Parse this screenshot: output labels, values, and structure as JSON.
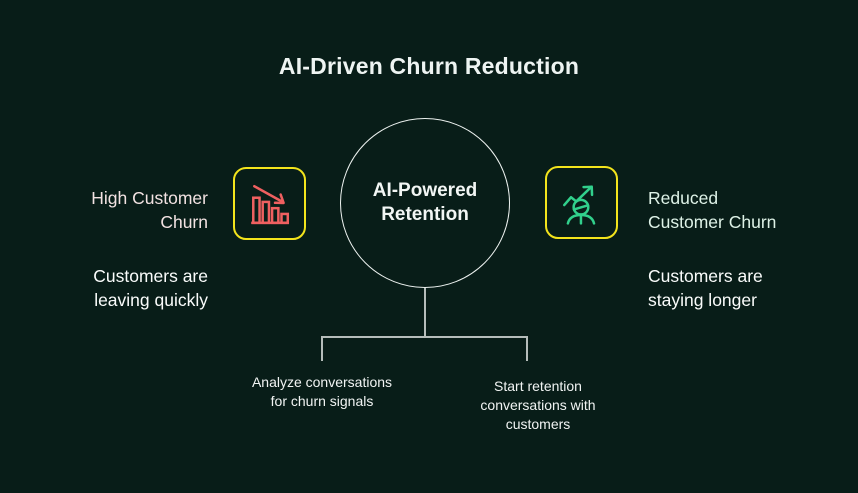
{
  "title": "AI-Driven Churn Reduction",
  "center": {
    "label": "AI-Powered\nRetention"
  },
  "left": {
    "heading": "High Customer\nChurn",
    "subtext": "Customers are\nleaving quickly",
    "icon": "declining-bar-chart-icon"
  },
  "right": {
    "heading": "Reduced\nCustomer Churn",
    "subtext": "Customers are\nstaying longer",
    "icon": "growth-person-icon"
  },
  "branches": [
    {
      "label": "Analyze conversations\nfor churn signals"
    },
    {
      "label": "Start retention\nconversations with\ncustomers"
    }
  ],
  "colors": {
    "background": "#081d18",
    "accent_yellow": "#f3e41c",
    "negative_red": "#ef6060",
    "positive_green": "#31d08c",
    "connector_gray": "#b5bdba",
    "circle_stroke": "#edf2f0",
    "text_white": "#f1f4f3",
    "left_heading_tint": "#f2e2e2",
    "right_heading_tint": "#def2e7"
  }
}
